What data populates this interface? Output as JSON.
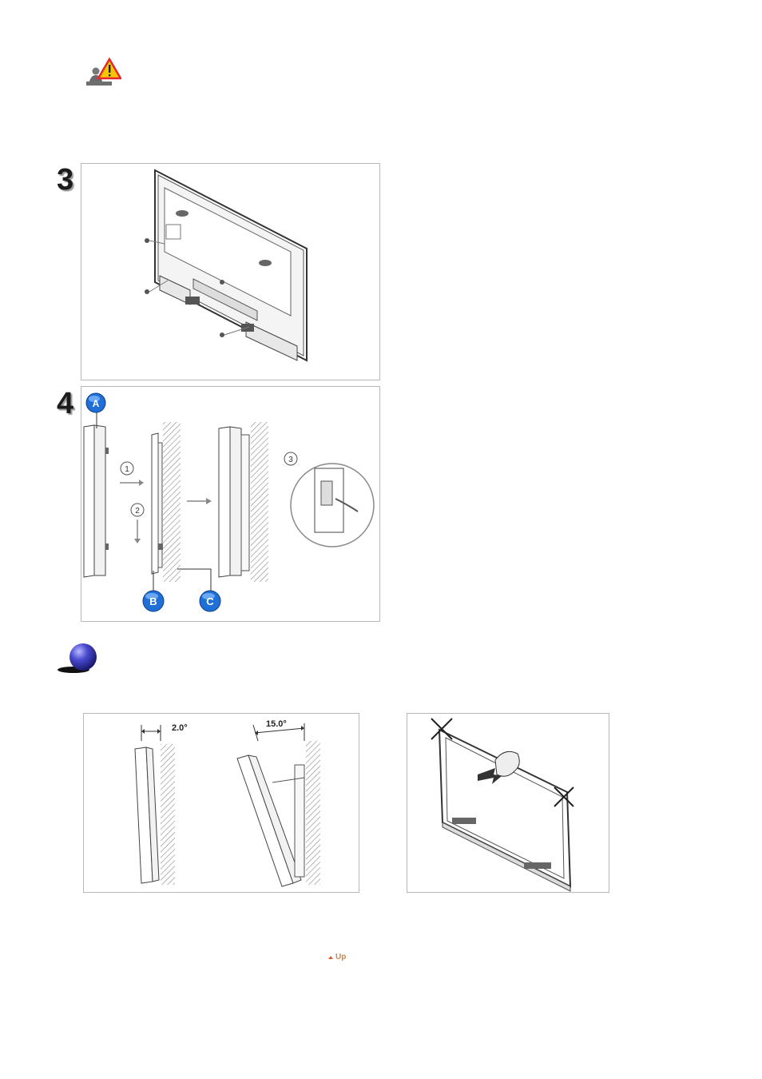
{
  "page": {
    "background": "#ffffff"
  },
  "warning": {
    "icon": "warning-person-icon",
    "accent": "#e8262c",
    "triangle_fill": "#f7c600"
  },
  "steps": [
    {
      "number": "3",
      "illustration": "tv-back-panel-illustration"
    },
    {
      "number": "4",
      "illustration": "wall-mount-sequence-illustration",
      "callouts": [
        "A",
        "B",
        "C"
      ],
      "substeps": [
        "1",
        "2",
        "3"
      ]
    }
  ],
  "note": {
    "icon": "blue-sphere-note-icon",
    "color": "#3b3bbd"
  },
  "tilt_figure": {
    "angle_small": "2.0°",
    "angle_large": "15.0°"
  },
  "handling_figure": {
    "illustration": "do-not-grip-corners-illustration"
  },
  "nav": {
    "up_label": "Up",
    "arrow_color": "#e2572a"
  },
  "callout_color": "#1f6fd6"
}
